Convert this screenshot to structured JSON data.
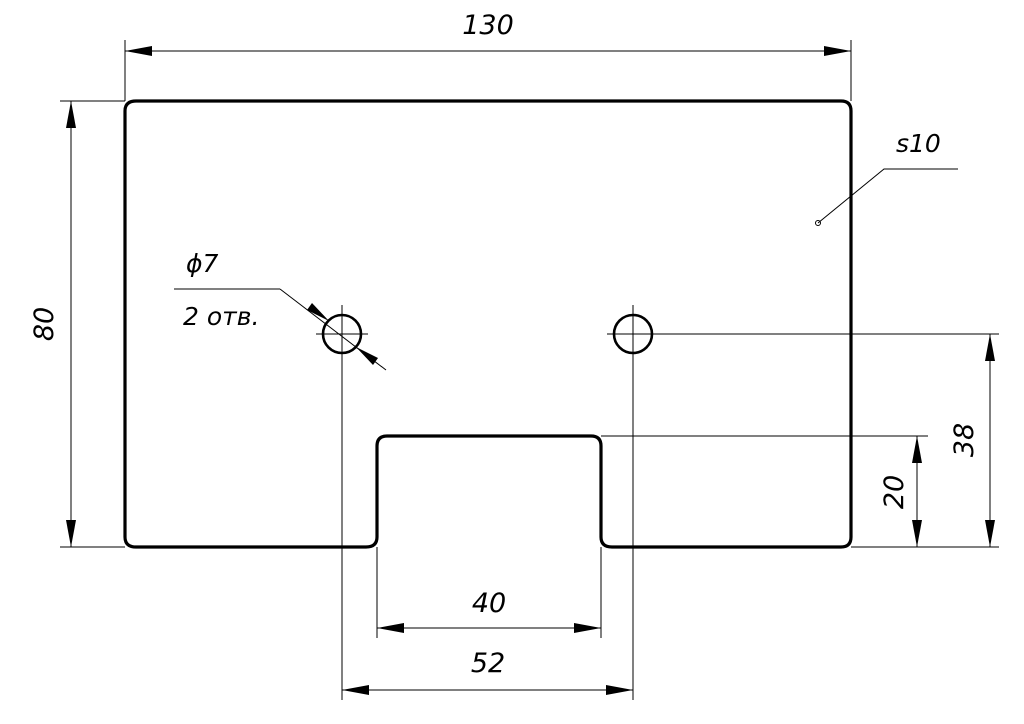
{
  "drawing": {
    "thickness_label": "s10",
    "hole_diameter_label": "ϕ7",
    "hole_count_label": "2 отв.",
    "dimensions": {
      "overall_width": "130",
      "overall_height": "80",
      "slot_width": "40",
      "hole_spacing": "52",
      "slot_depth": "20",
      "hole_height": "38"
    }
  }
}
